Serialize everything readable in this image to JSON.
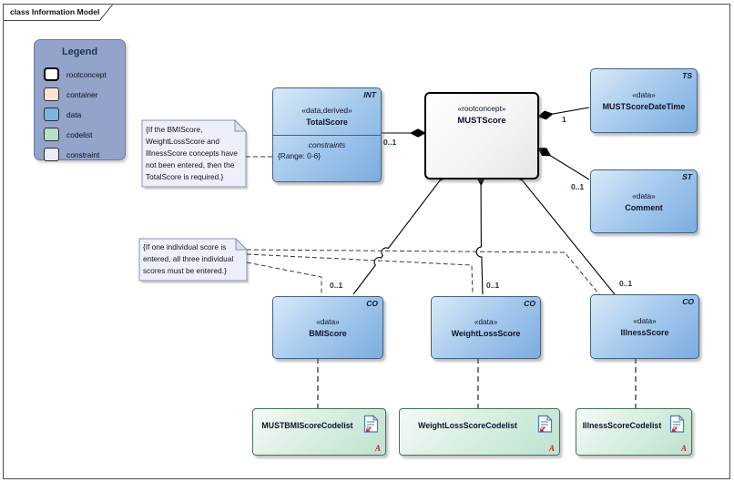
{
  "frame": {
    "tab_label": "class Information Model"
  },
  "legend": {
    "title": "Legend",
    "items": [
      {
        "label": "rootconcept",
        "color": "#ffffff"
      },
      {
        "label": "container",
        "color": "#fbe3d1"
      },
      {
        "label": "data",
        "color": "#7db4e8"
      },
      {
        "label": "codelist",
        "color": "#b5dfc8"
      },
      {
        "label": "constraint",
        "color": "#e9ebfa"
      }
    ]
  },
  "notes": {
    "total_score_rule": "{If the BMIScore,\nWeightLossScore and\nIllnessScore concepts have\nnot been entered, then the\nTotalScore is required.}",
    "individual_score_rule": "{If one individual score is\nentered, all three individual\nscores must be entered.}"
  },
  "classes": {
    "total": {
      "type_tag": "INT",
      "stereotype": "«data,derived»",
      "name": "TotalScore",
      "constraints_label": "constraints",
      "constraint_value": "{Range: 0-6}"
    },
    "root": {
      "stereotype": "«rootconcept»",
      "name": "MUSTScore"
    },
    "datetime": {
      "type_tag": "TS",
      "stereotype": "«data»",
      "name": "MUSTScoreDateTime"
    },
    "comment": {
      "type_tag": "ST",
      "stereotype": "«data»",
      "name": "Comment"
    },
    "bmi": {
      "type_tag": "CO",
      "stereotype": "«data»",
      "name": "BMIScore"
    },
    "weight": {
      "type_tag": "CO",
      "stereotype": "«data»",
      "name": "WeightLossScore"
    },
    "illness": {
      "type_tag": "CO",
      "stereotype": "«data»",
      "name": "IllnessScore"
    }
  },
  "codelists": [
    {
      "name": "MUSTBMIScoreCodelist",
      "badge": "A"
    },
    {
      "name": "WeightLossScoreCodelist",
      "badge": "A"
    },
    {
      "name": "IllnessScoreCodelist",
      "badge": "A"
    }
  ],
  "multiplicities": {
    "total": "0..1",
    "datetime": "1",
    "comment": "0..1",
    "bmi": "0..1",
    "weight": "0..1",
    "illness": "0..1"
  }
}
